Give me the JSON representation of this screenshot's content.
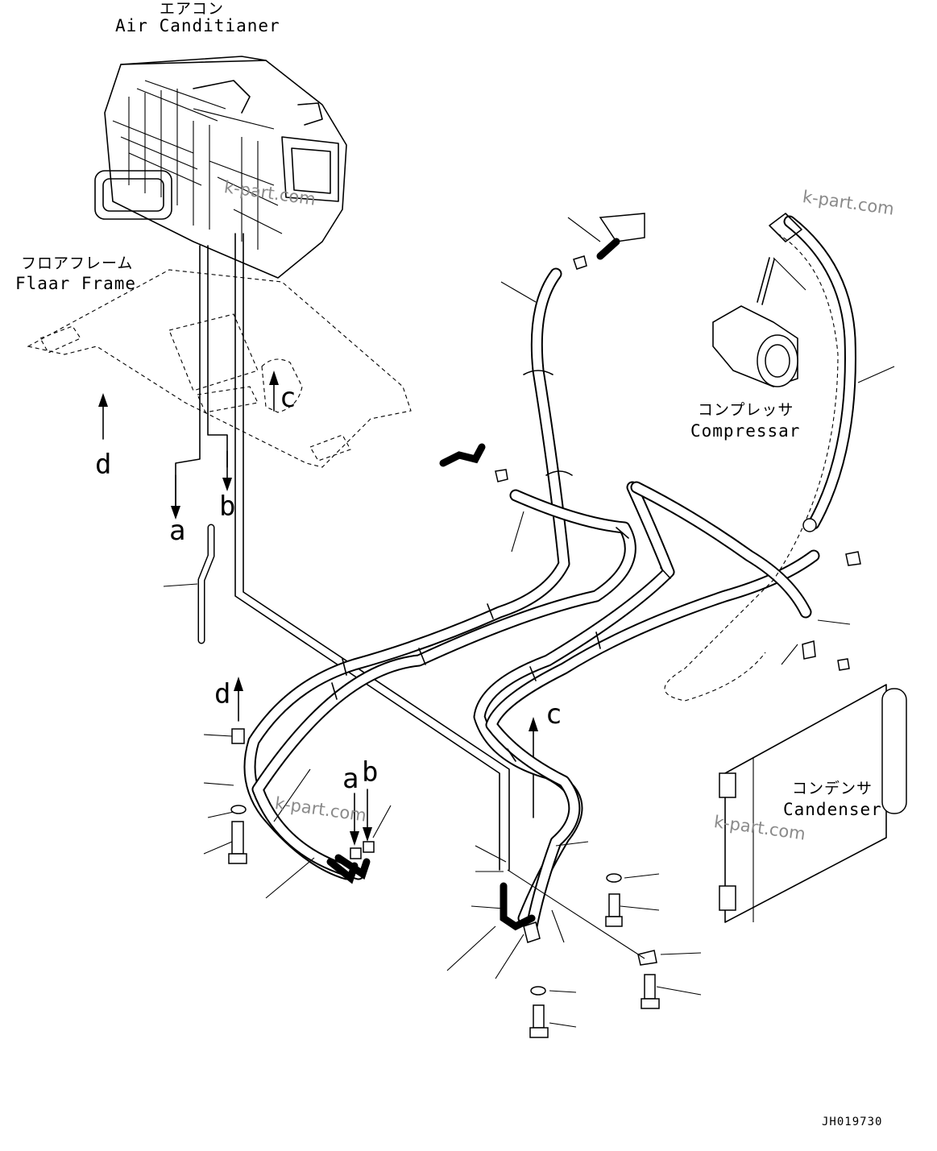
{
  "components": {
    "air_conditioner": {
      "jp": "エアコン",
      "en": "Air Canditianer"
    },
    "floor_frame": {
      "jp": "フロアフレーム",
      "en": "Flaar Frame"
    },
    "compressor": {
      "jp": "コンプレッサ",
      "en": "Compressar"
    },
    "condenser": {
      "jp": "コンデンサ",
      "en": "Candenser"
    }
  },
  "connection_letters": {
    "a": "a",
    "b": "b",
    "c": "c",
    "d": "d"
  },
  "watermark": "k-part.com",
  "drawing_code": "JH019730"
}
